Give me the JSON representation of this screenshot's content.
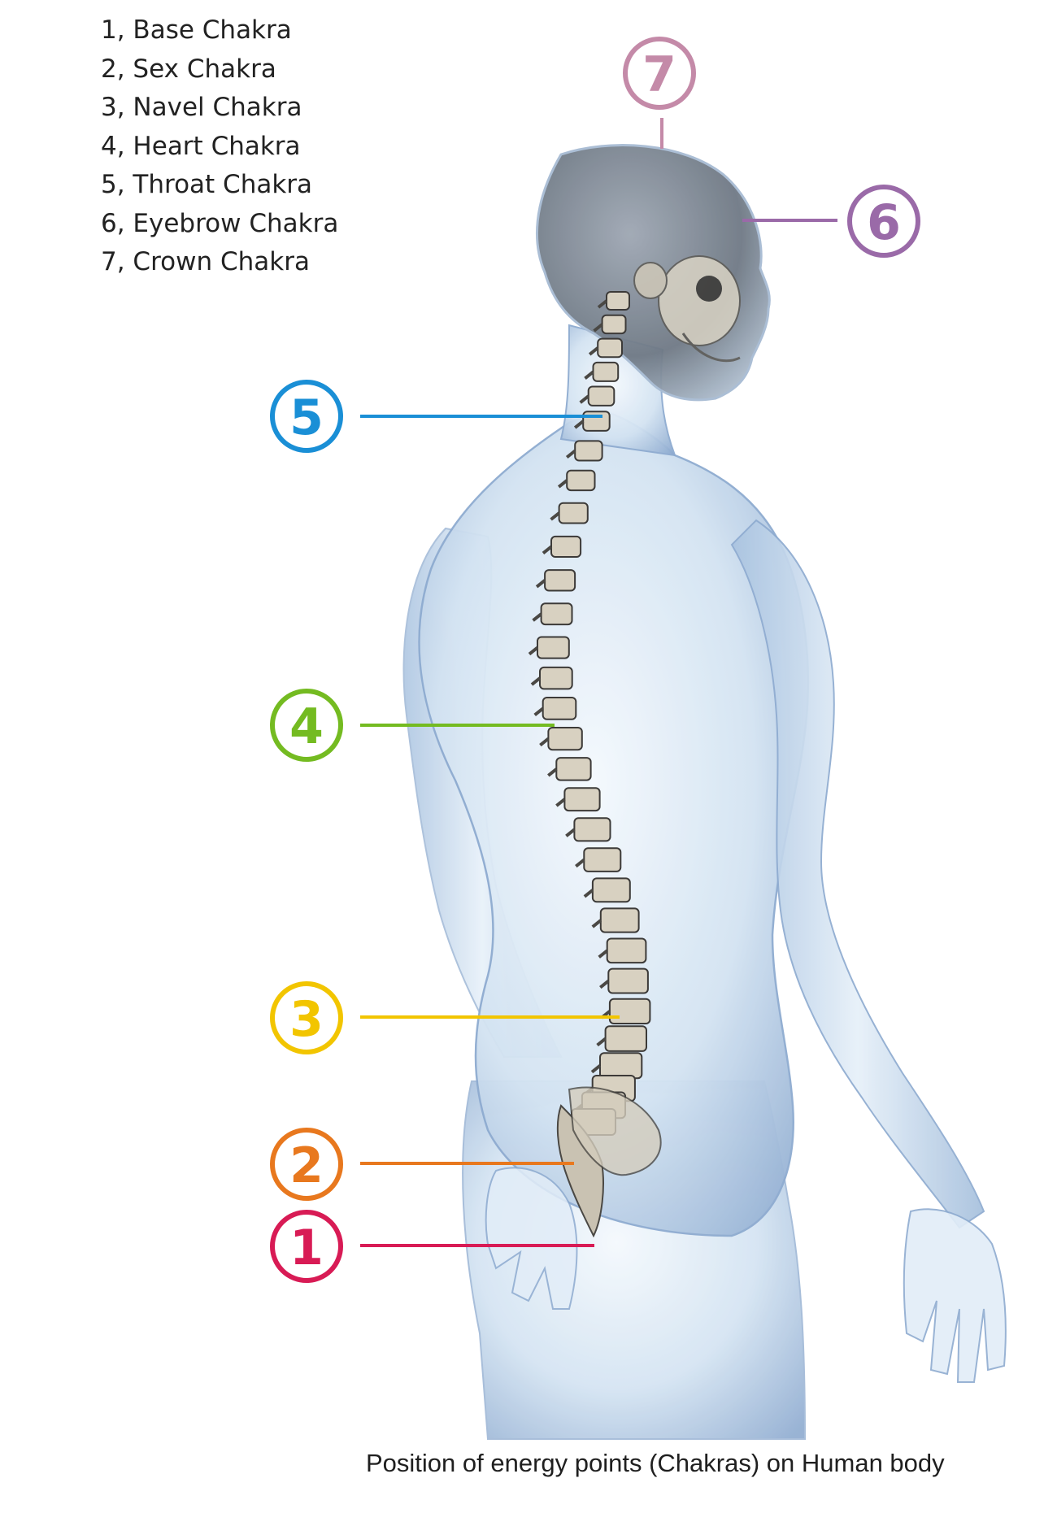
{
  "legend": [
    "1, Base Chakra",
    "2, Sex Chakra",
    "3, Navel Chakra",
    "4, Heart Chakra",
    "5, Throat Chakra",
    "6, Eyebrow Chakra",
    "7, Crown Chakra"
  ],
  "caption": "Position of energy points (Chakras) on Human body",
  "markers": [
    {
      "num": "1",
      "color": "#d81b55"
    },
    {
      "num": "2",
      "color": "#e8781e"
    },
    {
      "num": "3",
      "color": "#f2c500"
    },
    {
      "num": "4",
      "color": "#74bb21"
    },
    {
      "num": "5",
      "color": "#1a8fd6"
    },
    {
      "num": "6",
      "color": "#9a6aa8"
    },
    {
      "num": "7",
      "color": "#c48aa8"
    }
  ],
  "figure_colors": {
    "skin_light": "#eef5fb",
    "skin_mid": "#bcd4ea",
    "skin_dark": "#7d9dc2",
    "bone_light": "#e8e2d2",
    "bone_dark": "#3c3a38"
  }
}
